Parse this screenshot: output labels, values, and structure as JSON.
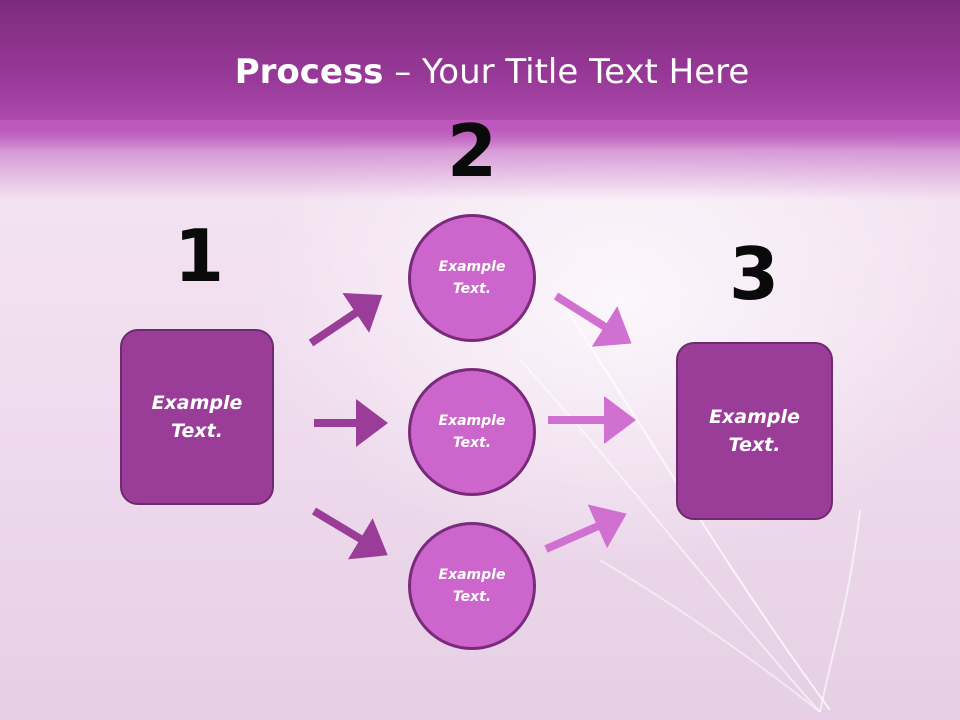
{
  "title": {
    "bold": "Process",
    "rest": " – Your Title Text Here"
  },
  "steps": [
    {
      "number": "1",
      "line1": "Example",
      "line2": "Text."
    },
    {
      "number": "2"
    },
    {
      "number": "3",
      "line1": "Example",
      "line2": "Text."
    }
  ],
  "circles": [
    {
      "line1": "Example",
      "line2": "Text."
    },
    {
      "line1": "Example",
      "line2": "Text."
    },
    {
      "line1": "Example",
      "line2": "Text."
    }
  ],
  "colors": {
    "header": "#9a3a9a",
    "box_fill": "#9a3d98",
    "circle_fill": "#cc66cc",
    "arrow_left": "#9a3d98",
    "arrow_right": "#d070d0"
  }
}
